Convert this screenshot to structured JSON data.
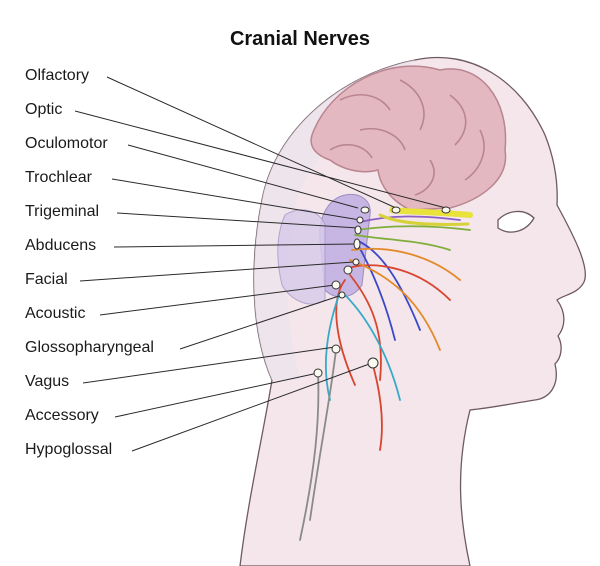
{
  "title": "Cranial Nerves",
  "labels": [
    "Olfactory",
    "Optic",
    "Oculomotor",
    "Trochlear",
    "Trigeminal",
    "Abducens",
    "Facial",
    "Acoustic",
    "Glossopharyngeal",
    "Vagus",
    "Accessory",
    "Hypoglossal"
  ],
  "colors": {
    "skin": "#f4e6ea",
    "skin_outline": "#6e5a60",
    "brain": "#e4b8c0",
    "brain_fold": "#b98590",
    "brainstem": "#c7b6e3",
    "olfactory_nerve": "#e8e23a",
    "leader_line": "#2a2a2a",
    "nerve_blue": "#3b49c9",
    "nerve_red": "#d8452f",
    "nerve_orange": "#e38a2b",
    "nerve_cyan": "#38a9c7",
    "nerve_green": "#7fae3d",
    "nerve_purple": "#8d5fc4",
    "nerve_gray": "#8a8a8a"
  }
}
